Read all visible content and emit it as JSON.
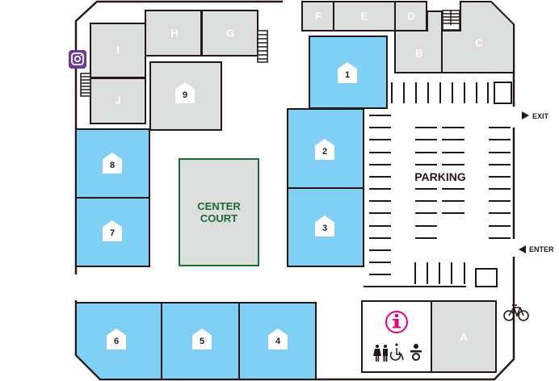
{
  "map": {
    "colors": {
      "shop_blue": "#80cff4",
      "shop_gray": "#dcdddd",
      "outline": "#231815",
      "center_court_border": "#1a6b35",
      "info_pink": "#e4007f",
      "instagram_purple": "#6a3c96"
    },
    "numbered_shops": [
      {
        "id": "1",
        "label": "1"
      },
      {
        "id": "2",
        "label": "2"
      },
      {
        "id": "3",
        "label": "3"
      },
      {
        "id": "4",
        "label": "4"
      },
      {
        "id": "5",
        "label": "5"
      },
      {
        "id": "6",
        "label": "6"
      },
      {
        "id": "7",
        "label": "7"
      },
      {
        "id": "8",
        "label": "8"
      },
      {
        "id": "9",
        "label": "9"
      }
    ],
    "lettered_units": [
      {
        "id": "A",
        "label": "A"
      },
      {
        "id": "B",
        "label": "B"
      },
      {
        "id": "C",
        "label": "C"
      },
      {
        "id": "D",
        "label": "D"
      },
      {
        "id": "E",
        "label": "E"
      },
      {
        "id": "F",
        "label": "F"
      },
      {
        "id": "G",
        "label": "G"
      },
      {
        "id": "H",
        "label": "H"
      },
      {
        "id": "I",
        "label": "I"
      },
      {
        "id": "J",
        "label": "J"
      }
    ],
    "center_court": {
      "line1": "CENTER",
      "line2": "COURT"
    },
    "parking": {
      "label": "PARKING"
    },
    "exit": {
      "label": "EXIT",
      "icon": "triangle-right-icon"
    },
    "enter": {
      "label": "ENTER",
      "icon": "triangle-left-icon"
    },
    "icons": {
      "instagram": "instagram-icon",
      "info": "info-icon",
      "restroom": "restroom-icon",
      "wheelchair": "wheelchair-icon",
      "baby": "baby-changing-icon",
      "bicycle": "bicycle-parking-icon"
    }
  }
}
